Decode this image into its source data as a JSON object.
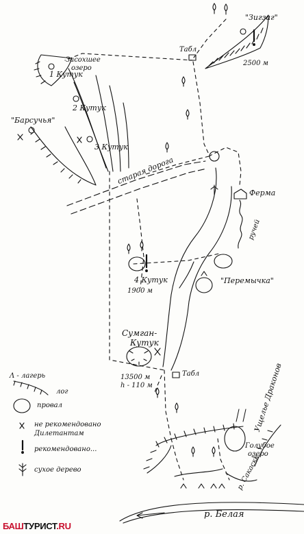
{
  "title": "",
  "labels": {
    "zigzag": "\"Зигзаг\"",
    "tabl_top": "Табл",
    "depth_zigzag": "2500 м",
    "dry_lake_1": "Засохшее",
    "dry_lake_2": "озеро",
    "kutuk1": "1 Кутук",
    "kutuk2": "2 Кутук",
    "kutuk3": "3 Кутук",
    "barsuchya": "\"Барсучья\"",
    "old_road": "старая дорога",
    "ferma": "Ферма",
    "ruchey": "ручей",
    "peremychka": "\"Перемычка\"",
    "kutuk4": "4 Кутук",
    "depth_kutuk4": "1900 м",
    "sumgan_1": "Сумган-",
    "sumgan_2": "Кутук",
    "depth_sumgan_1": "13500 м",
    "depth_sumgan_2": "h - 110 м",
    "tabl_bottom": "Табл",
    "dragons_valley": "Ущелье Драконов",
    "blue_lake_1": "Голубое",
    "blue_lake_2": "озеро",
    "sakaska": "р. Сакаска",
    "belaya": "р. Белая"
  },
  "legend": {
    "camp": "Λ - лагерь",
    "log": "лог",
    "proval": "провал",
    "not_recommended_1": "не рекомендовано",
    "not_recommended_2": "Дилетантам",
    "recommended": "рекомендовано...",
    "dry_tree": "сухое дерево"
  },
  "footer": {
    "brand_part1": "БАШ",
    "brand_part2": "ТУРИСТ",
    "brand_part3": ".RU"
  },
  "colors": {
    "ink": "#111111",
    "brand_red": "#c8102e"
  }
}
